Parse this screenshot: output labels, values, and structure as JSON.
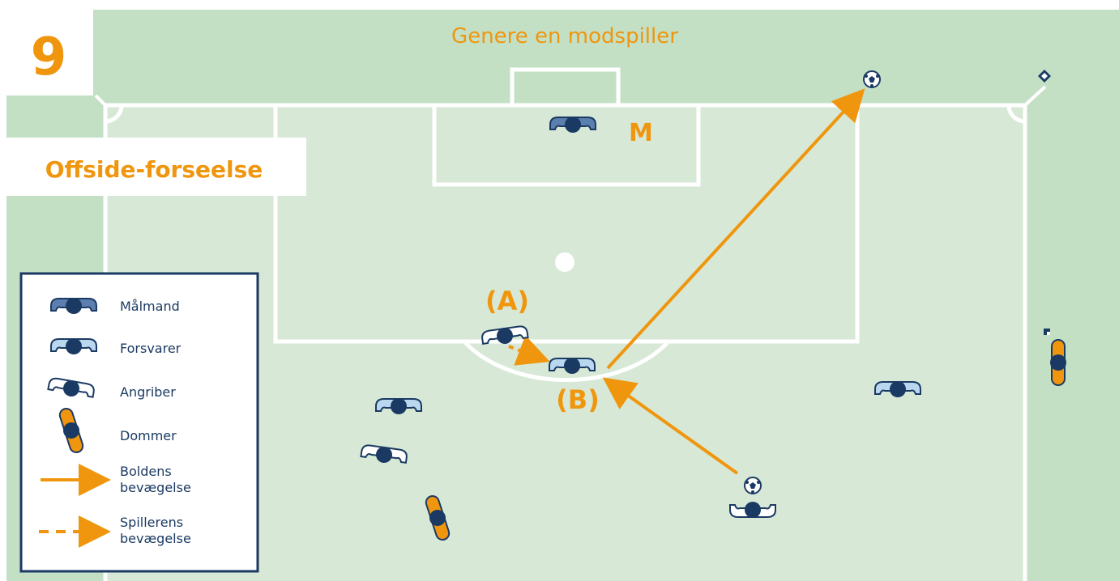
{
  "scene_number": "9",
  "title": "Genere en modspiller",
  "subtitle": "Offside-forseelse",
  "labels": {
    "goalkeeper_tag": "M",
    "position_a": "(A)",
    "position_b": "(B)"
  },
  "legend": {
    "goalkeeper": "Målmand",
    "defender": "Forsvarer",
    "attacker": "Angriber",
    "referee": "Dommer",
    "ball_movement_1": "Boldens",
    "ball_movement_2": "bevægelse",
    "player_movement_1": "Spillerens",
    "player_movement_2": "bevægelse"
  },
  "colors": {
    "pitch_light": "#d7e9d6",
    "pitch_dark": "#c3e0c5",
    "accent_orange": "#f0960e",
    "navy": "#1b3a63",
    "goalkeeper_fill": "#5b7fae",
    "defender_fill": "#b9d8f0",
    "attacker_fill": "#ffffff",
    "referee_fill": "#f0960e"
  }
}
